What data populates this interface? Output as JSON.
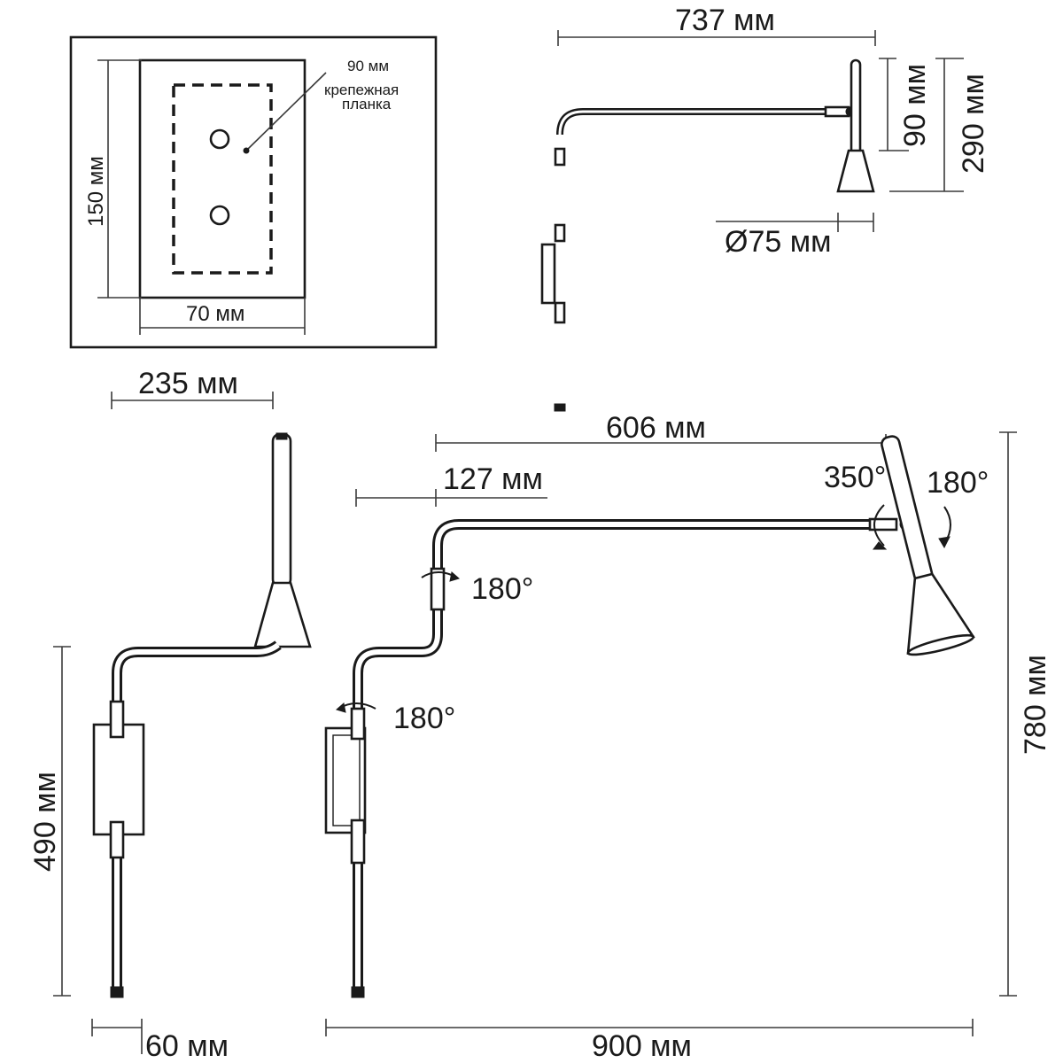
{
  "inset": {
    "width_label": "70 мм",
    "height_label": "150 мм",
    "bracket_size_label": "90 мм",
    "bracket_line1": "крепежная",
    "bracket_line2": "планка"
  },
  "top_view": {
    "reach_label": "737 мм",
    "head_label": "90 мм",
    "height_label": "290 мм",
    "diameter_label": "Ø75 мм"
  },
  "side_view": {
    "reach_label": "235 мм",
    "height_label": "490 мм",
    "depth_label": "60 мм"
  },
  "extended_view": {
    "arm_label": "606 мм",
    "offset_label": "127 мм",
    "head_rotation_label": "350°",
    "head_tilt_label": "180°",
    "elbow_rotation_label": "180°",
    "base_rotation_label": "180°",
    "height_label": "780 мм",
    "total_reach_label": "900 мм"
  }
}
